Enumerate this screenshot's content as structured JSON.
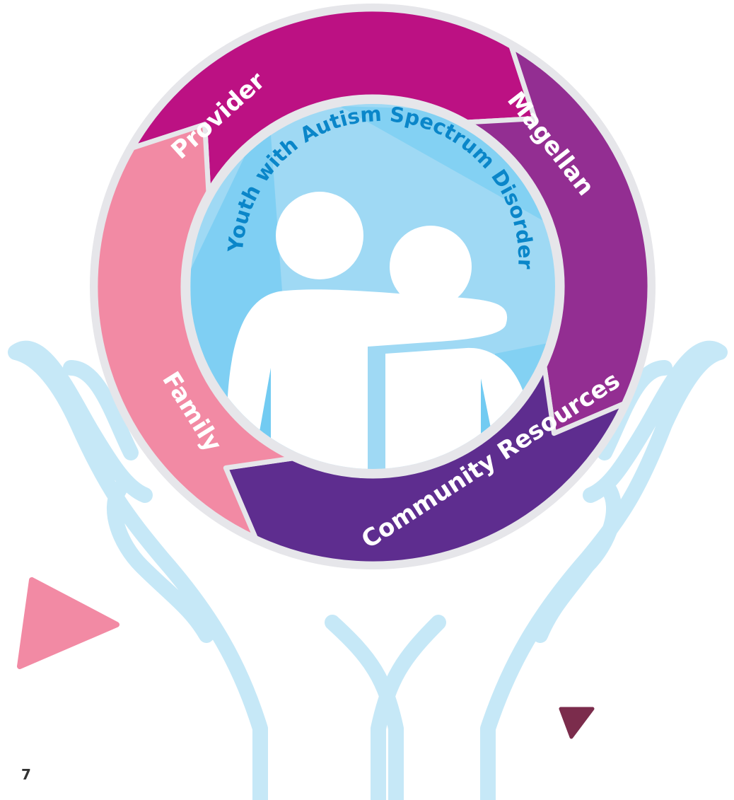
{
  "diagram": {
    "center_label": "Youth with Autism Spectrum Disorder",
    "segments": [
      {
        "id": "provider",
        "label": "Provider",
        "color": "#bc1183"
      },
      {
        "id": "magellan",
        "label": "Magellan",
        "color": "#932e92"
      },
      {
        "id": "community",
        "label": "Community Resources",
        "color": "#5e2d8f"
      },
      {
        "id": "family",
        "label": "Family",
        "color": "#f28aa4"
      }
    ],
    "colors": {
      "hands": "#c6e8f7",
      "inner_circle": "#9fd9f4",
      "ring_border": "#e6e6ea",
      "triangle_pink": "#f28aa4",
      "triangle_maroon": "#7b2c4c"
    }
  },
  "footer": {
    "page_number": "7"
  }
}
